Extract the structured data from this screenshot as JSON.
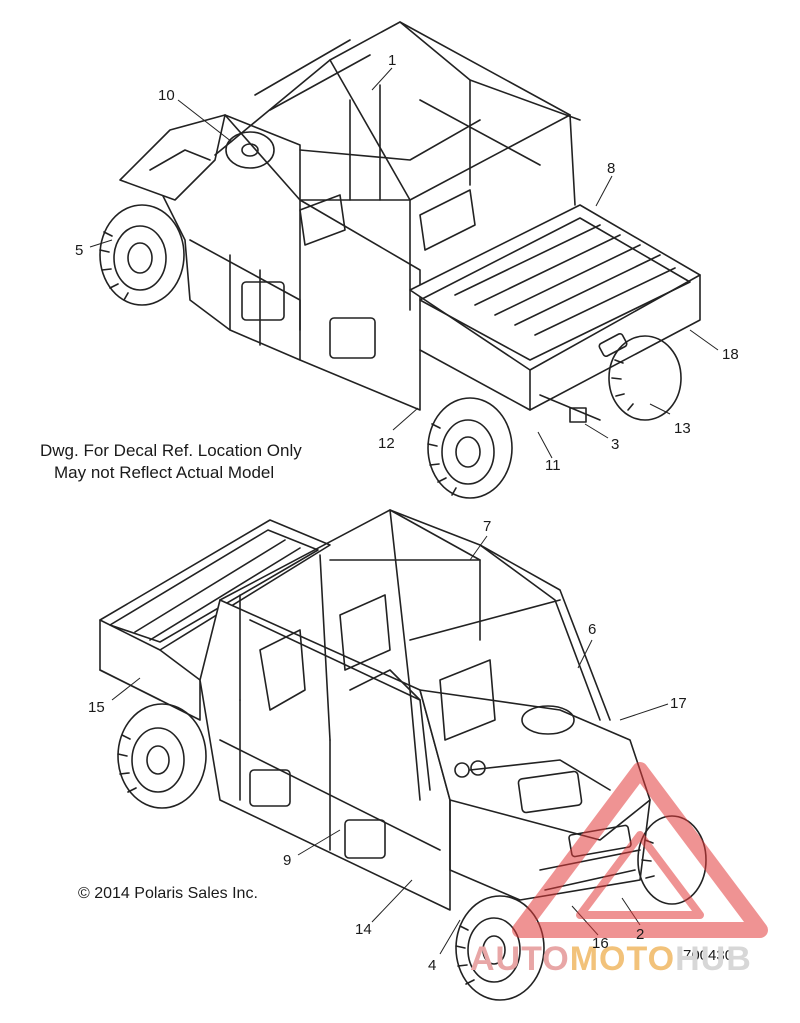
{
  "notes": {
    "line1": "Dwg. For Decal Ref. Location Only",
    "line2": "May not Reflect Actual Model",
    "copyright": "© 2014 Polaris Sales Inc."
  },
  "drawing_number": "700430",
  "watermark": {
    "part1": "AUTO",
    "part2": "MOTO",
    "part3": "HUB",
    "colors": {
      "red": "#e23b3b",
      "orange": "#f3a42a",
      "gray": "#bdbdbd"
    }
  },
  "callouts": {
    "c1": "1",
    "c2": "2",
    "c3": "3",
    "c4": "4",
    "c5": "5",
    "c6": "6",
    "c7": "7",
    "c8": "8",
    "c9": "9",
    "c10": "10",
    "c11": "11",
    "c12": "12",
    "c13": "13",
    "c14": "14",
    "c15": "15",
    "c16": "16",
    "c17": "17",
    "c18": "18"
  }
}
